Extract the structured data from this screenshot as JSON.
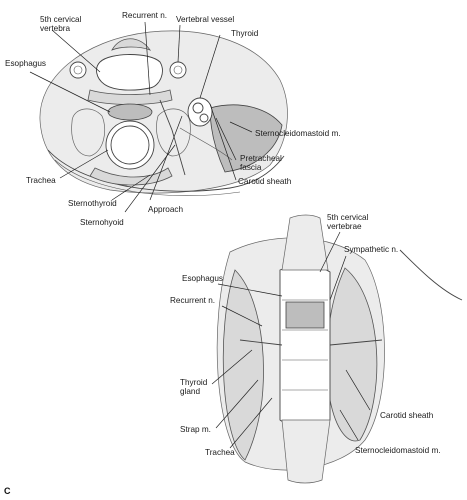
{
  "top_labels": {
    "recurrent": "Recurrent n.",
    "cervical_line1": "5th cervical",
    "cervical_line2": "vertebra",
    "vertebral_vessel": "Vertebral vessel",
    "thyroid": "Thyroid",
    "esophagus": "Esophagus",
    "scm": "Sternocleidomastoid m.",
    "pretracheal_line1": "Pretracheal",
    "pretracheal_line2": "fascia",
    "carotid": "Carotid sheath",
    "trachea": "Trachea",
    "sternothyroid": "Sternothyroid",
    "approach": "Approach",
    "sternohyoid": "Sternohyoid"
  },
  "bottom_labels": {
    "cervical_line1": "5th cervical",
    "cervical_line2": "vertebrae",
    "sympathetic": "Sympathetic n.",
    "esophagus": "Esophagus",
    "recurrent": "Recurrent n.",
    "thyroid_line1": "Thyroid",
    "thyroid_line2": "gland",
    "carotid": "Carotid sheath",
    "strap": "Strap m.",
    "scm": "Sternocleidomastoid m.",
    "trachea": "Trachea"
  },
  "panel_letter": "C"
}
